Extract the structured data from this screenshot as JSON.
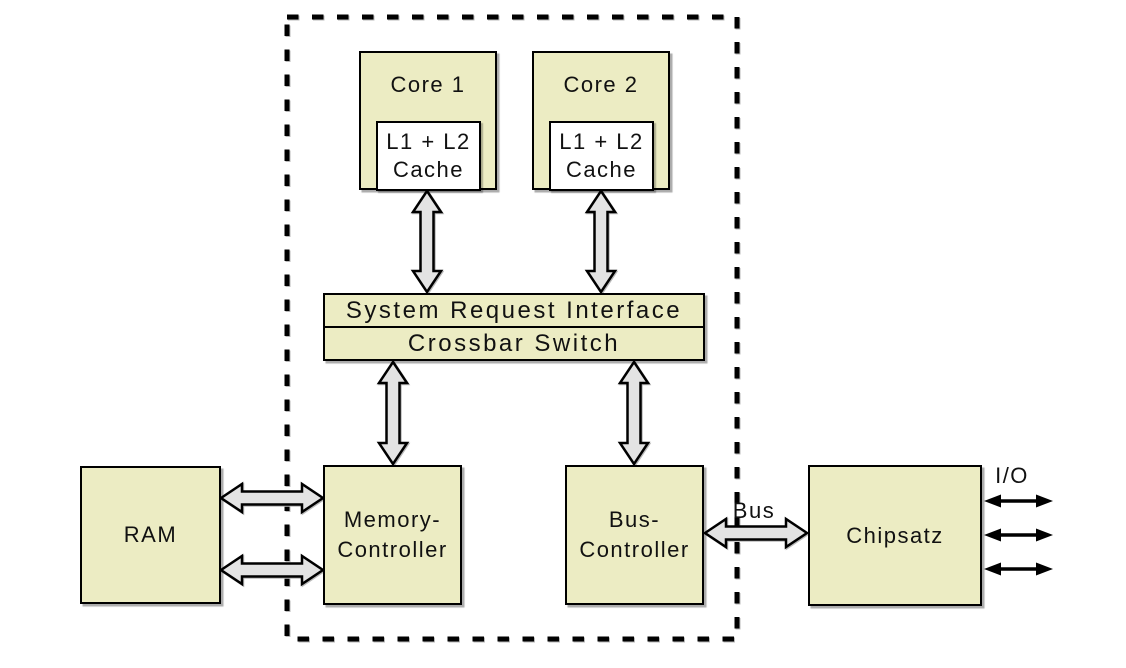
{
  "colors": {
    "background": "#FFFFFF",
    "box_fill": "#ECECC3",
    "cache_fill": "#FFFFFF",
    "arrow_fill": "#E3E3E3",
    "outline": "#000000",
    "text": "#111111"
  },
  "cpu_package": {
    "core1": {
      "title": "Core 1",
      "cache_line1": "L1 + L2",
      "cache_line2": "Cache"
    },
    "core2": {
      "title": "Core 2",
      "cache_line1": "L1 + L2",
      "cache_line2": "Cache"
    },
    "system_request_interface": "System Request Interface",
    "crossbar_switch": "Crossbar Switch",
    "memory_controller": {
      "line1": "Memory-",
      "line2": "Controller"
    },
    "bus_controller": {
      "line1": "Bus-",
      "line2": "Controller"
    }
  },
  "external": {
    "ram": "RAM",
    "chipset": "Chipsatz"
  },
  "connection_labels": {
    "bus": "Bus",
    "io": "I/O"
  }
}
